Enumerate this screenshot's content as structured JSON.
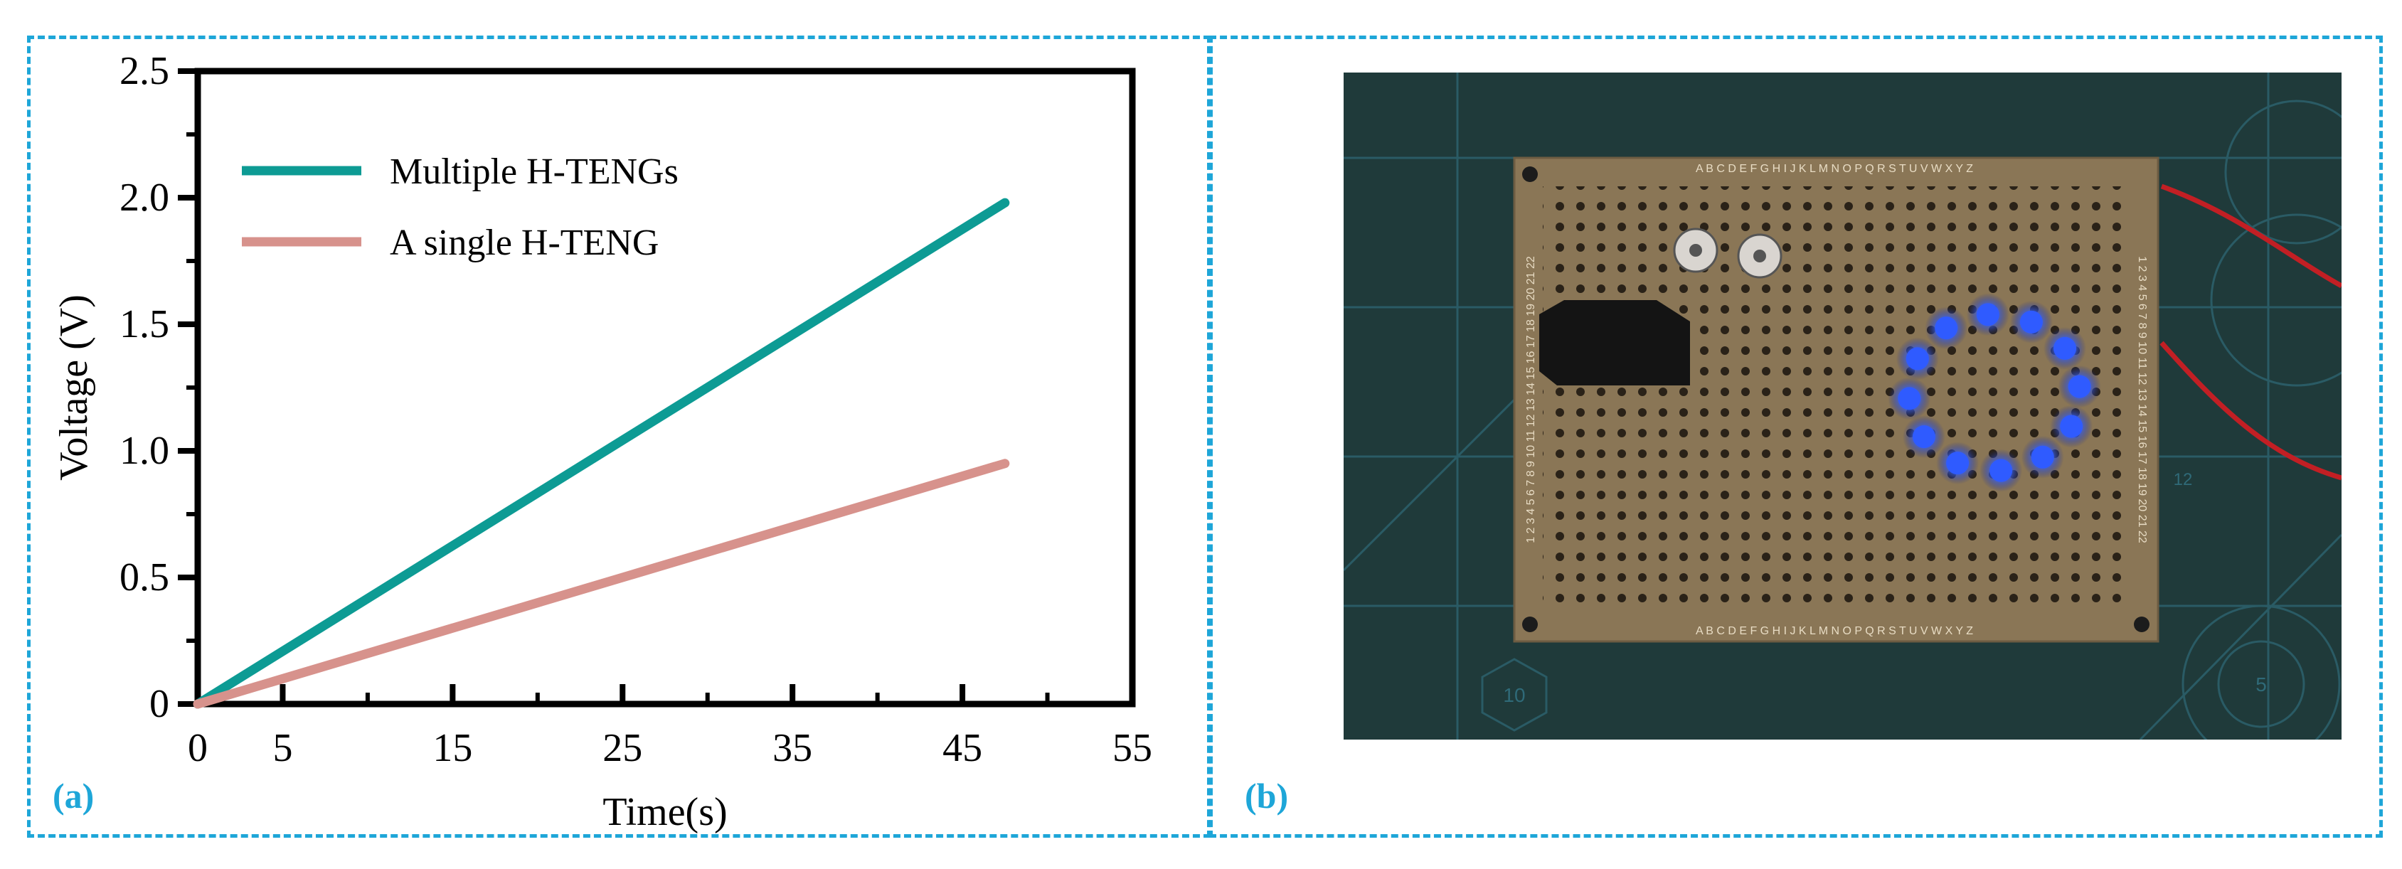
{
  "panels": {
    "a_label": "(a)",
    "b_label": "(b)"
  },
  "colors": {
    "frame": "#1ea6d8",
    "series_multiple": "#0d9b94",
    "series_single": "#d7928c",
    "led": "#2f5bff"
  },
  "chart_data": {
    "type": "line",
    "title": "",
    "xlabel": "Time(s)",
    "ylabel": "Voltage (V)",
    "xlim": [
      0,
      55
    ],
    "ylim": [
      0,
      2.5
    ],
    "x_ticks": [
      "0",
      "5",
      "15",
      "25",
      "35",
      "45",
      "55"
    ],
    "x_tick_values": [
      0,
      5,
      15,
      25,
      35,
      45,
      55
    ],
    "y_ticks": [
      "0",
      "0.5",
      "1.0",
      "1.5",
      "2.0",
      "2.5"
    ],
    "y_tick_values": [
      0,
      0.5,
      1.0,
      1.5,
      2.0,
      2.5
    ],
    "grid": false,
    "legend_position": "top-left",
    "series": [
      {
        "name": "Multiple H-TENGs",
        "x": [
          0,
          47.5
        ],
        "y": [
          0,
          1.98
        ]
      },
      {
        "name": "A single H-TENG",
        "x": [
          0,
          47.5
        ],
        "y": [
          0,
          0.95
        ]
      }
    ]
  },
  "photo": {
    "board_edge_letters_top": "A B C D E F G H I J K L M N O P Q R S T U V W X Y Z",
    "board_edge_numbers": "1 2 3 4 5 6 7 8 9 10 11 12 13 14 15 16 17 18 19 20 21 22",
    "mat_numbers": [
      "10",
      "5",
      "12"
    ],
    "led_count": 12
  }
}
